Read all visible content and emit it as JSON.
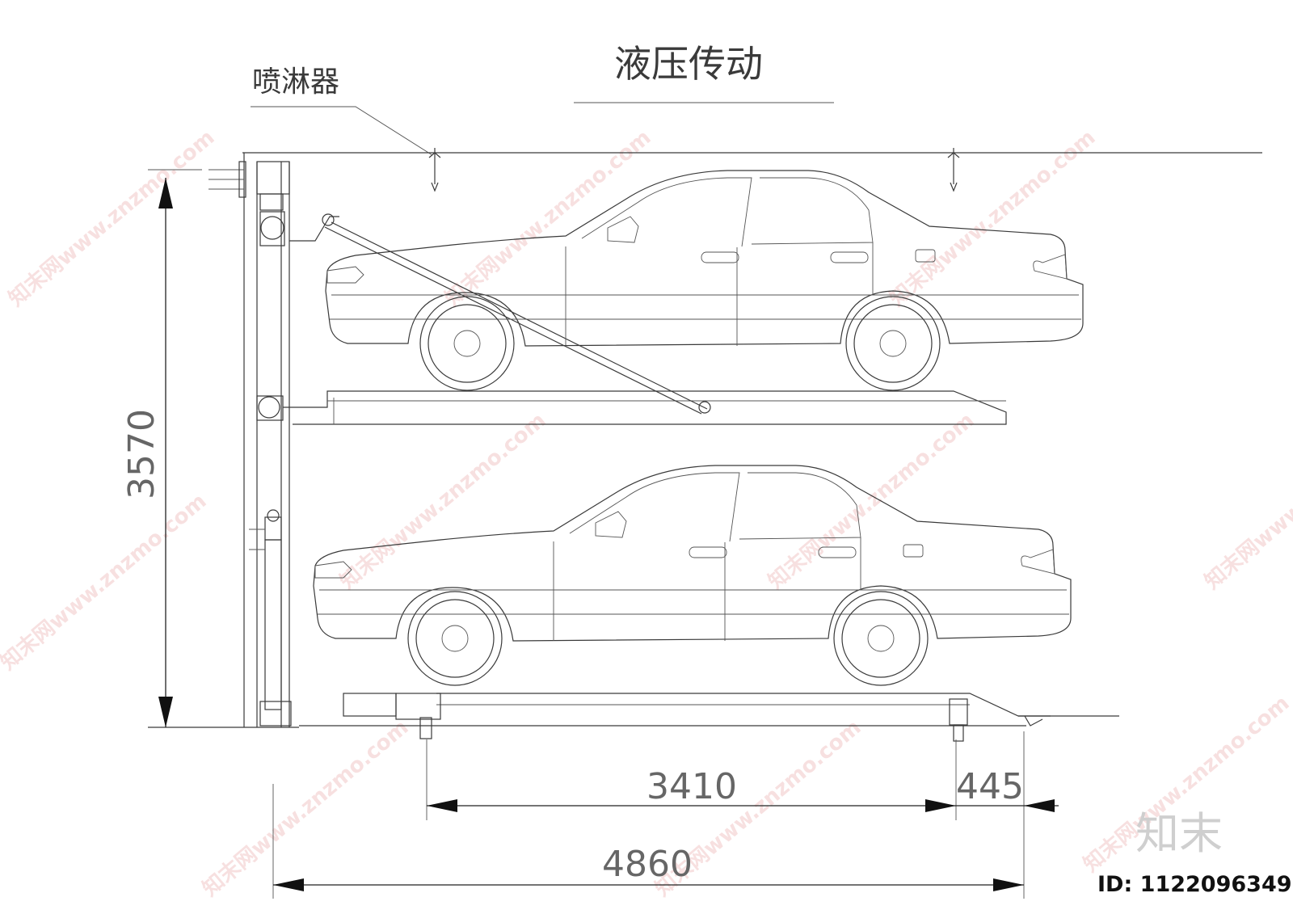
{
  "title": "液压传动",
  "sprinkler_label": "喷淋器",
  "dimensions": {
    "height": "3570",
    "span_main": "3410",
    "span_end": "445",
    "overall": "4860"
  },
  "watermark": "知末网www.znzmo.com",
  "brand": "知末",
  "id_text": "ID: 1122096349"
}
